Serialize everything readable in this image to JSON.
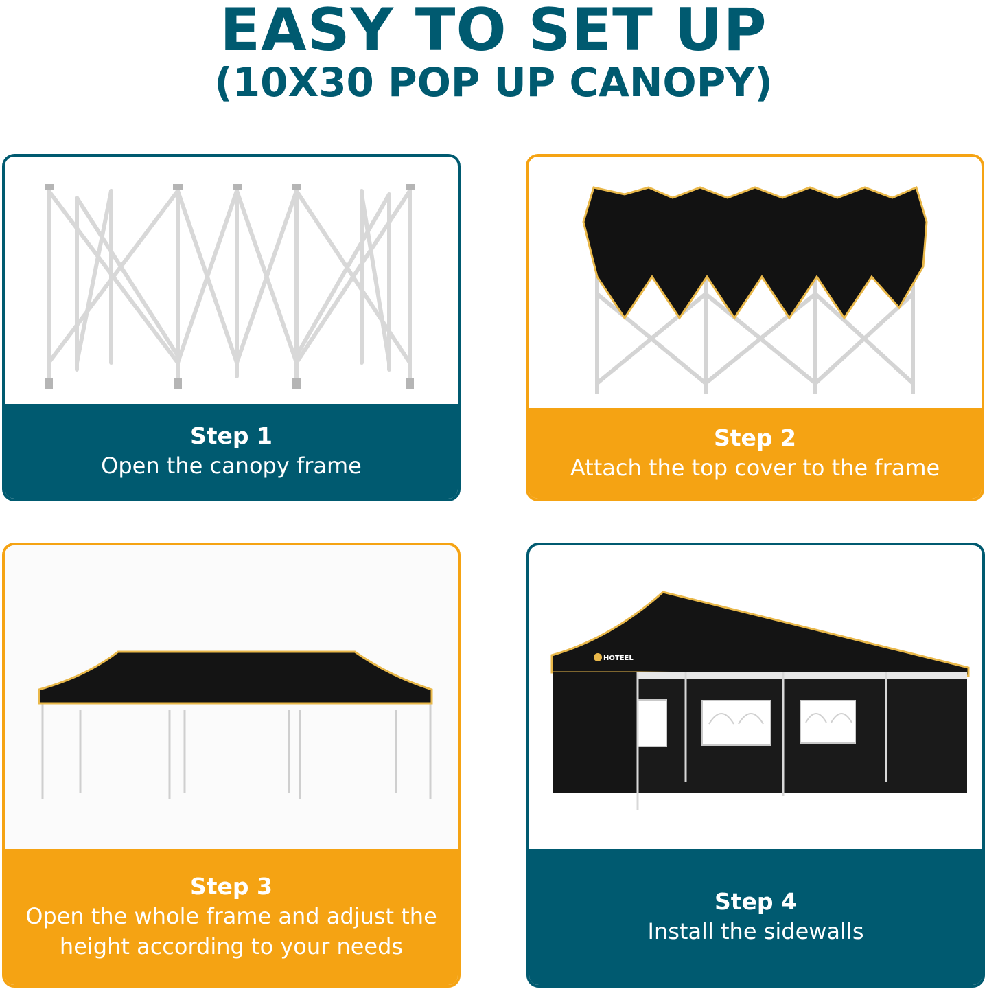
{
  "header": {
    "title": "EASY TO SET UP",
    "subtitle": "(10X30 POP UP CANOPY)"
  },
  "steps": [
    {
      "title": "Step 1",
      "description": "Open the canopy frame"
    },
    {
      "title": "Step 2",
      "description": "Attach the top cover to the frame"
    },
    {
      "title": "Step 3",
      "description": "Open the whole frame and adjust the height according to your needs"
    },
    {
      "title": "Step 4",
      "description": "Install the sidewalls"
    }
  ],
  "brand_logo": "HOTEEL",
  "colors": {
    "teal": "#005a70",
    "orange": "#f5a313",
    "canopy_black": "#111111",
    "canopy_trim": "#e9b84a",
    "frame_white": "#f0f0f0"
  }
}
